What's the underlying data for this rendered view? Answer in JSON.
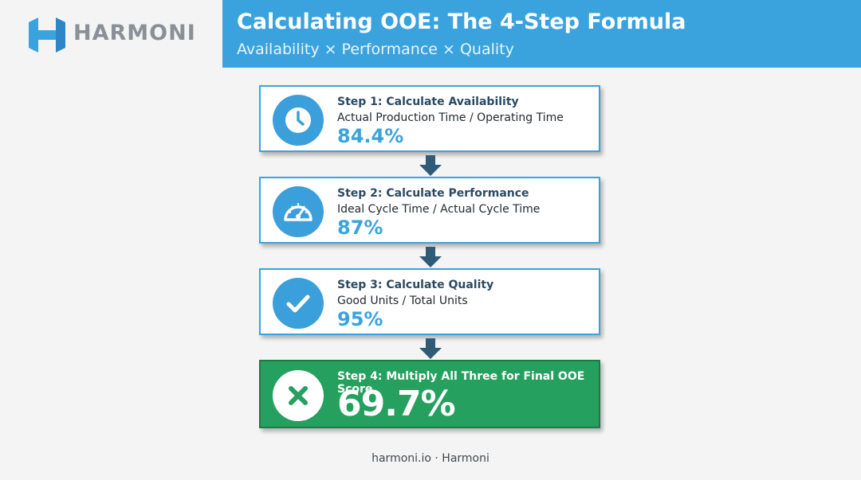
{
  "brand": {
    "name": "HARMONI"
  },
  "header": {
    "title": "Calculating OOE: The 4-Step Formula",
    "subtitle": "Availability × Performance × Quality"
  },
  "steps": [
    {
      "title": "Step 1: Calculate Availability",
      "formula": "Actual Production Time / Operating Time",
      "value": "84.4%",
      "icon": "clock-icon"
    },
    {
      "title": "Step 2: Calculate Performance",
      "formula": "Ideal Cycle Time / Actual Cycle Time",
      "value": "87%",
      "icon": "speedometer-icon"
    },
    {
      "title": "Step 3: Calculate Quality",
      "formula": "Good Units / Total Units",
      "value": "95%",
      "icon": "checkmark-icon"
    },
    {
      "title": "Step 4: Multiply All Three for Final OOE Score",
      "value": "69.7%",
      "icon": "multiply-icon"
    }
  ],
  "footer": {
    "text": "harmoni.io · Harmoni"
  },
  "colors": {
    "accent_blue": "#3aa3de",
    "final_green": "#25a05e",
    "arrow": "#2f5a78",
    "title_text": "#2b4a62"
  }
}
